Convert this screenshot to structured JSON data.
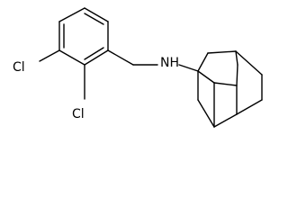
{
  "molecule": {
    "atoms": {
      "amine": "NH",
      "chloro_upper": "Cl",
      "chloro_lower": "Cl"
    },
    "colors": {
      "bond": "#000000",
      "label": "#000000",
      "background": "#ffffff"
    }
  }
}
